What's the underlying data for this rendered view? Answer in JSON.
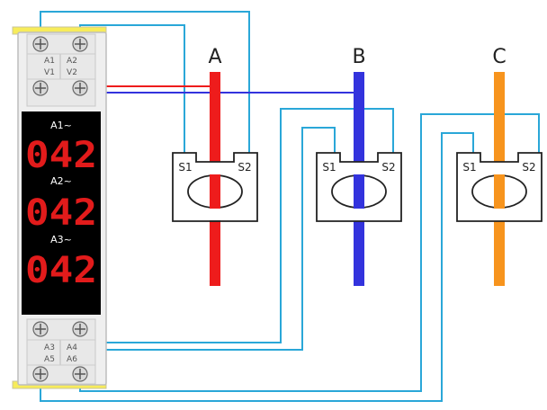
{
  "colors": {
    "phase_a": "#ee1c1c",
    "phase_b": "#3333dd",
    "phase_c": "#f7941d",
    "signal_wire": "#2aa7d8",
    "display_bg": "#000000",
    "display_digit": "#e21b1b",
    "meter_body": "#efefef",
    "rail_yellow": "#f7ec5a"
  },
  "meter": {
    "top_terminals": {
      "row1": [
        "A1",
        "A2"
      ],
      "row2": [
        "V1",
        "V2"
      ]
    },
    "displays": [
      {
        "label": "A1~",
        "reading": "042"
      },
      {
        "label": "A2~",
        "reading": "042"
      },
      {
        "label": "A3~",
        "reading": "042"
      }
    ],
    "bottom_terminals": {
      "row1": [
        "A3",
        "A4"
      ],
      "row2": [
        "A5",
        "A6"
      ]
    }
  },
  "phases": [
    {
      "name": "A",
      "color_key": "phase_a"
    },
    {
      "name": "B",
      "color_key": "phase_b"
    },
    {
      "name": "C",
      "color_key": "phase_c"
    }
  ],
  "transformers": [
    {
      "s1": "S1",
      "s2": "S2"
    },
    {
      "s1": "S1",
      "s2": "S2"
    },
    {
      "s1": "S1",
      "s2": "S2"
    }
  ]
}
